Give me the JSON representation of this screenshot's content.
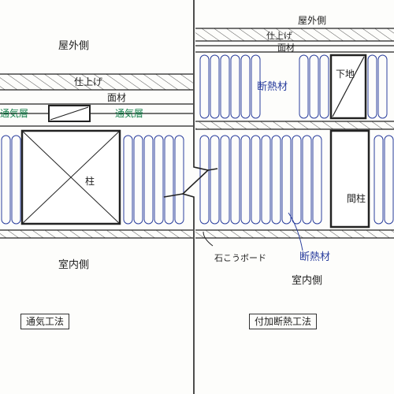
{
  "left": {
    "outdoor": "屋外側",
    "finish": "仕上げ",
    "face": "面材",
    "vent_left": "通気層",
    "vent_right": "通気層",
    "pillar": "柱",
    "indoor": "室内側",
    "method": "通気工法"
  },
  "right": {
    "outdoor": "屋外側",
    "finish": "仕上げ",
    "face": "面材",
    "insulation_top": "断熱材",
    "furring": "下地",
    "stud": "間柱",
    "board": "石こうボード",
    "insulation_bottom": "断熱材",
    "indoor": "室内側",
    "method": "付加断熱工法"
  },
  "colors": {
    "ink": "#222222",
    "insulation": "#2b3f9e",
    "vent": "#12804a"
  }
}
